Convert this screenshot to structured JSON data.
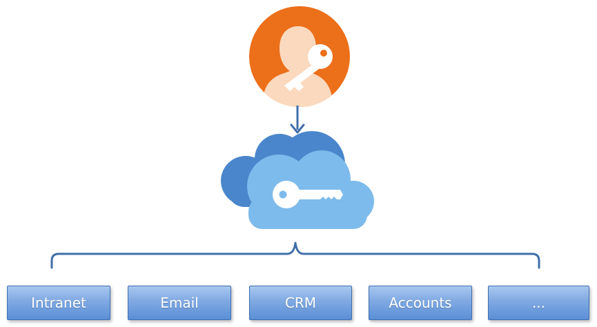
{
  "colors": {
    "user_circle": "#ec6f1a",
    "arrow": "#3f6ea8",
    "cloud_back": "#4a86cb",
    "cloud_front": "#7dbbec",
    "bracket": "#3f6ea8",
    "box_fill": "#7fa9e2"
  },
  "icons": {
    "user": "user-with-key-icon",
    "cloud": "cloud-key-icon"
  },
  "targets": [
    {
      "label": "Intranet"
    },
    {
      "label": "Email"
    },
    {
      "label": "CRM"
    },
    {
      "label": "Accounts"
    },
    {
      "label": "..."
    }
  ]
}
